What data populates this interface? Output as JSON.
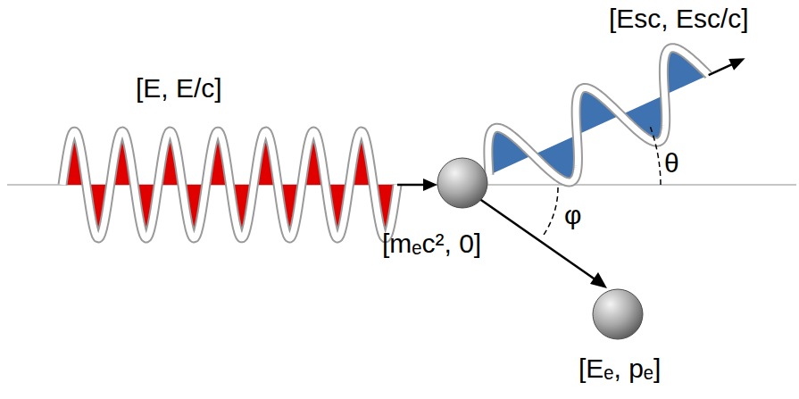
{
  "diagram": {
    "labels": [
      "[E, E/c]",
      "[Esc, Esc/c]",
      "θ",
      "[mₑc², 0]",
      "φ",
      "[Eₑ, pₑ]"
    ]
  }
}
